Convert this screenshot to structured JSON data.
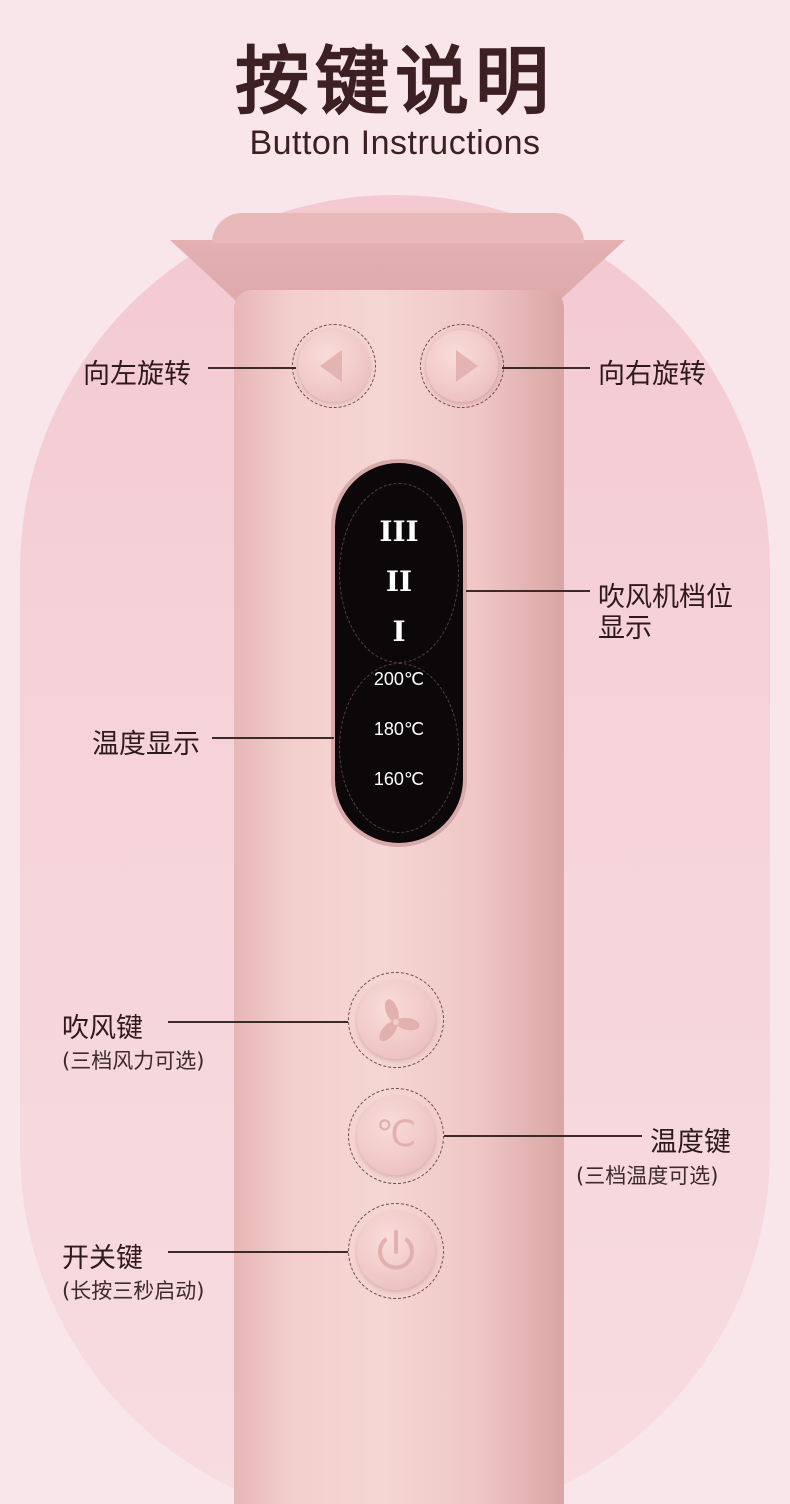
{
  "header": {
    "title": "按键说明",
    "subtitle": "Button Instructions"
  },
  "labels": {
    "rotate_left": "向左旋转",
    "rotate_right": "向右旋转",
    "gear_display_line1": "吹风机档位",
    "gear_display_line2": "显示",
    "temp_display": "温度显示",
    "fan_key": "吹风键",
    "fan_key_note": "(三档风力可选)",
    "temp_key": "温度键",
    "temp_key_note": "(三档温度可选)",
    "power_key": "开关键",
    "power_key_note": "(长按三秒启动)"
  },
  "display": {
    "gears": [
      "III",
      "II",
      "I"
    ],
    "temps": [
      "200℃",
      "180℃",
      "160℃"
    ]
  },
  "icons": {
    "temp_button_glyph": "℃",
    "fan": "fan-icon",
    "power": "power-icon",
    "left": "triangle-left-icon",
    "right": "triangle-right-icon"
  },
  "colors": {
    "background": "#f9e6ea",
    "device_body": "#f3cfcd",
    "display": "#0c0809",
    "text": "#3d2023"
  }
}
